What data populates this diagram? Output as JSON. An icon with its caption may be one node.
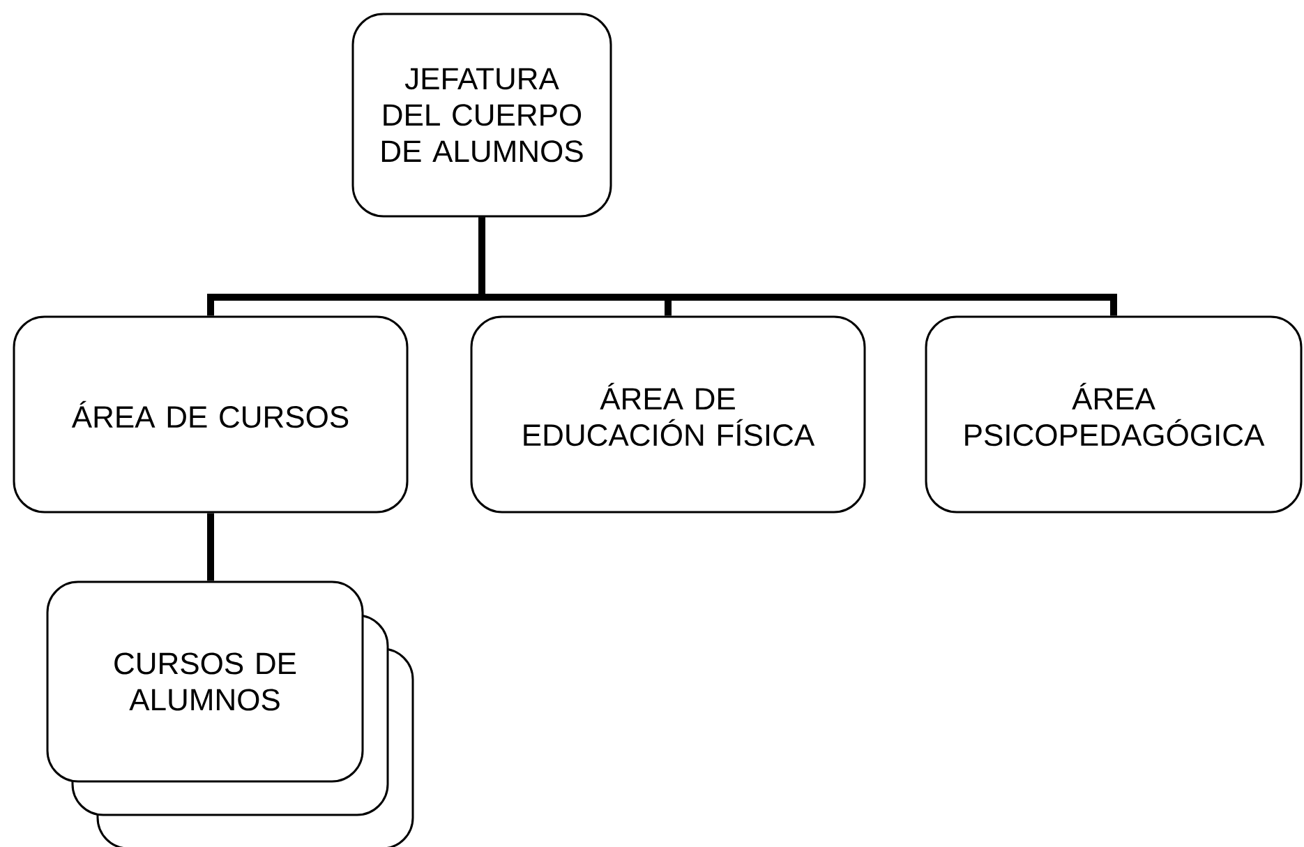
{
  "diagram": {
    "nodes": [
      {
        "text": [
          "JEFATURA DEL CUERPO DE ALUMNOS"
        ]
      },
      {
        "text": [
          "ÁREA DE CURSOS"
        ]
      },
      {
        "text": [
          "ÁREA DE EDUCACIÓN FÍSICA"
        ]
      },
      {
        "text": [
          "ÁREA PSICOPEDAGÓGICA"
        ]
      },
      {
        "text": [
          "CURSOS DE ALUMNOS"
        ]
      }
    ],
    "edges": [
      {
        "from": 0,
        "to": 1,
        "arrow": "none"
      },
      {
        "from": 0,
        "to": 2,
        "arrow": "none"
      },
      {
        "from": 0,
        "to": 3,
        "arrow": "none"
      },
      {
        "from": 1,
        "to": 4,
        "arrow": "none"
      }
    ]
  }
}
